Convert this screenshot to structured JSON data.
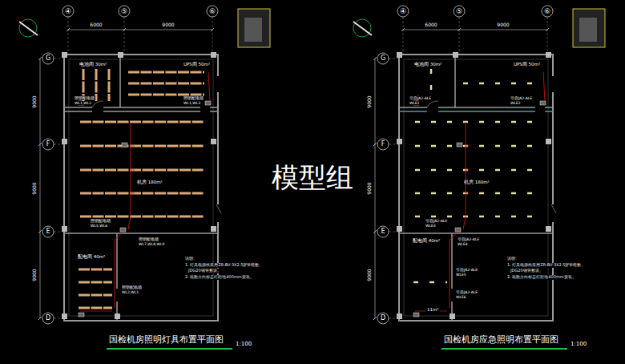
{
  "diagram": {
    "nodes": [
      {
        "text": [
          "电池间 30m²"
        ]
      },
      {
        "text": [
          "UPS间 50m²"
        ]
      },
      {
        "text": [
          "机房 180m²"
        ]
      },
      {
        "text": [
          "配电间 40m²"
        ]
      },
      {
        "text": [
          "电池间 30m²"
        ]
      },
      {
        "text": [
          "UPS间 50m²"
        ]
      },
      {
        "text": [
          "机房 180m²"
        ]
      },
      {
        "text": [
          "配电间 40m²"
        ]
      },
      {
        "text": [
          "11m²"
        ]
      }
    ],
    "labels": [
      "④",
      "⑤",
      "⑥",
      "6000",
      "9000",
      "G",
      "F",
      "E",
      "D",
      "9000",
      "9000",
      "9000",
      "照明配电箱",
      "WL1,WL2",
      "照明配电箱",
      "WL1,WL3",
      "照明配电箱",
      "WL5,WL6",
      "照明配电箱",
      "WL7,WL8,WL9",
      "照明配电箱",
      "WL2,WL1",
      "说明:",
      "1. 灯具电源线采用ZR-BV-3X2.5穿管暗敷,",
      "JDG20钢管敷设。",
      "2. 疏散方向标志灯距地400mm安装。",
      "国检机房照明灯具布置平面图",
      "1:100",
      "④",
      "⑤",
      "⑥",
      "6000",
      "9000",
      "G",
      "F",
      "E",
      "D",
      "9000",
      "9000",
      "9000",
      "引自JA2-ALE",
      "WLE1",
      "引自JA2-ALE",
      "WLE2",
      "引自JA2-ALE",
      "WLE3",
      "引自JA2-ALE",
      "WLE4",
      "引自JA2-ALE",
      "WLE5",
      "引自JA2-ALE",
      "WLE6",
      "说明:",
      "1. 灯具电源线采用ZR-BV-3X2.5穿管暗敷,",
      "JDG20钢管敷设。",
      "2. 疏散方向标志灯距地400mm安装。",
      "国检机房应急照明布置平面图",
      "1:100",
      "模型组"
    ]
  }
}
